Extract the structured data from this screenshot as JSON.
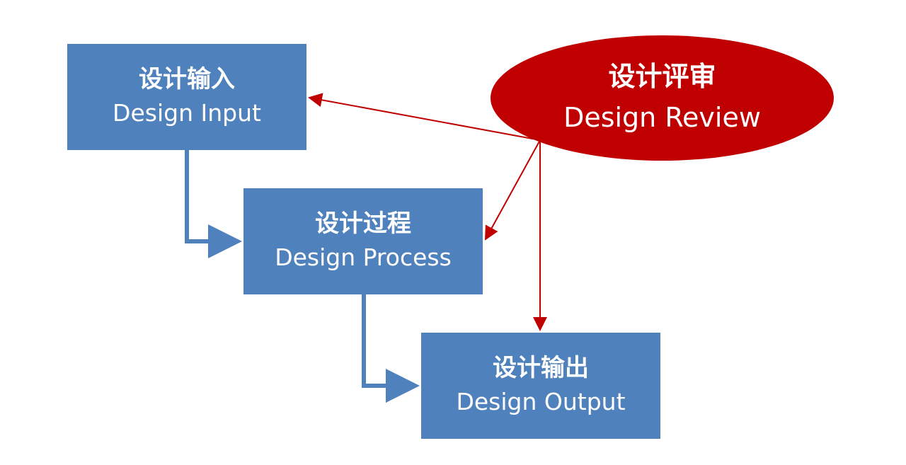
{
  "colors": {
    "box_fill": "#4f81bd",
    "review_fill": "#c00000",
    "flow_arrow": "#4f81bd",
    "review_arrow": "#c00000"
  },
  "nodes": {
    "input": {
      "zh": "设计输入",
      "en": "Design Input"
    },
    "process": {
      "zh": "设计过程",
      "en": "Design Process"
    },
    "output": {
      "zh": "设计输出",
      "en": "Design Output"
    },
    "review": {
      "zh": "设计评审",
      "en": "Design Review"
    }
  },
  "edges": [
    {
      "from": "input",
      "to": "process",
      "style": "flow"
    },
    {
      "from": "process",
      "to": "output",
      "style": "flow"
    },
    {
      "from": "review",
      "to": "input",
      "style": "review"
    },
    {
      "from": "review",
      "to": "process",
      "style": "review"
    },
    {
      "from": "review",
      "to": "output",
      "style": "review"
    }
  ]
}
